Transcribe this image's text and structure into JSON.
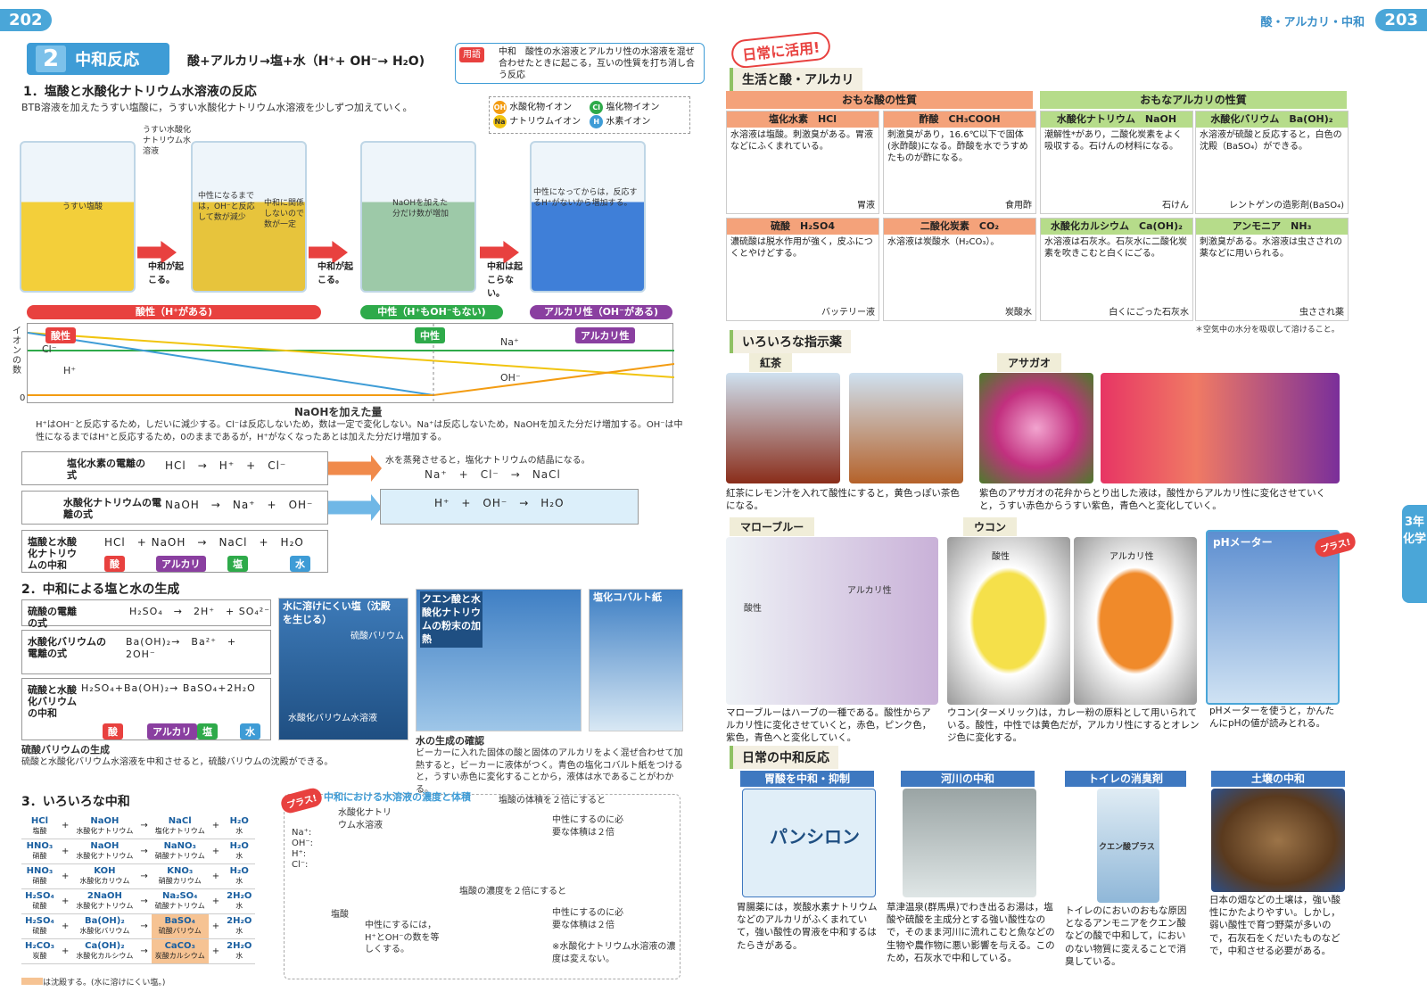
{
  "left": {
    "page_number": "202",
    "section_number": "2",
    "section_title": "中和反応",
    "main_formula": "酸+アルカリ→塩+水（H⁺+ OH⁻→ H₂O)",
    "yougo_tag": "用語",
    "yougo_text": "中和　酸性の水溶液とアルカリ性の水溶液を混ぜ合わせたときに起こる，互いの性質を打ち消し合う反応",
    "sub1_title": "1．塩酸と水酸化ナトリウム水溶液の反応",
    "sub1_desc": "BTB溶液を加えたうすい塩酸に，うすい水酸化ナトリウム水溶液を少しずつ加えていく。",
    "legend": [
      "水酸化物イオン",
      "塩化物イオン",
      "ナトリウムイオン",
      "水素イオン"
    ],
    "beaker_labels": [
      "うすい水酸化ナトリウム水溶液",
      "うすい塩酸",
      "中性になるまでは，OH⁻と反応して数が減少",
      "中和に関係しないので数が一定",
      "NaOHを加えた分だけ数が増加",
      "中性になってからは，反応するH⁺がないから増加する。"
    ],
    "arrow_labels": [
      "中和が起こる。",
      "中和が起こる。",
      "中和は起こらない。"
    ],
    "bars": [
      "酸性（H⁺がある)",
      "中性（H⁺もOH⁻もない)",
      "アルカリ性（OH⁻がある)"
    ],
    "graph_tags": [
      "酸性",
      "中性",
      "アルカリ性"
    ],
    "graph_ylabel": "イオンの数",
    "graph_xlabel": "NaOHを加えた量",
    "graph_series_labels": [
      "Cl⁻",
      "H⁺",
      "Na⁺",
      "OH⁻"
    ],
    "graph_zero": "0",
    "graph_desc": "H⁺はOH⁻と反応するため，しだいに減少する。Cl⁻は反応しないため，数は一定で変化しない。Na⁺は反応しないため，NaOHを加えた分だけ増加する。OH⁻は中性になるまではH⁺と反応するため，0のままであるが，H⁺がなくなったあとは加えた分だけ増加する。",
    "eq_rows": [
      {
        "label": "塩化水素の電離の式",
        "eq": "HCl　→　H⁺　+　Cl⁻"
      },
      {
        "label": "水酸化ナトリウムの電離の式",
        "eq": "NaOH　→　Na⁺　+　OH⁻"
      },
      {
        "label": "塩酸と水酸化ナトリウムの中和",
        "eq": "HCl　+ NaOH　→　NaCl　+　H₂O"
      }
    ],
    "eq_right1": "水を蒸発させると，塩化ナトリウムの結晶になる。",
    "eq_right1b": "Na⁺　+　Cl⁻　→　NaCl",
    "eq_right2": "H⁺　+　OH⁻　→　H₂O",
    "eq_tags": [
      "酸",
      "アルカリ",
      "塩",
      "水"
    ],
    "sub2_title": "2．中和による塩と水の生成",
    "sub2_rows": [
      {
        "label": "硫酸の電離の式",
        "eq": "H₂SO₄　→　2H⁺　+ SO₄²⁻"
      },
      {
        "label": "水酸化バリウムの電離の式",
        "eq": "Ba(OH)₂→　Ba²⁺　+ 2OH⁻"
      },
      {
        "label": "硫酸と水酸化バリウムの中和",
        "eq": "H₂SO₄+Ba(OH)₂→ BaSO₄+2H₂O"
      }
    ],
    "sub2_tags": [
      "酸",
      "アルカリ",
      "塩",
      "水"
    ],
    "precip_title": "水に溶けにくい塩（沈殿を生じる）",
    "precip_labels": [
      "硫酸バリウム",
      "水酸化バリウム水溶液"
    ],
    "citric_title": "クエン酸と水酸化ナトリウムの粉末の加熱",
    "cobalt_title": "塩化コバルト紙",
    "baso4_title": "硫酸バリウムの生成",
    "baso4_desc": "硫酸と水酸化バリウム水溶液を中和させると，硫酸バリウムの沈殿ができる。",
    "water_title": "水の生成の確認",
    "water_desc": "ビーカーに入れた固体の酸と固体のアルカリをよく混ぜ合わせて加熱すると，ビーカーに液体がつく。青色の塩化コバルト紙をつけると，うすい赤色に変化することから，液体は水であることがわかる。",
    "sub3_title": "3．いろいろな中和",
    "neut_table": [
      [
        "HCl",
        "塩酸",
        "NaOH",
        "水酸化ナトリウム",
        "NaCl",
        "塩化ナトリウム",
        "H₂O",
        "水",
        false
      ],
      [
        "HNO₃",
        "硝酸",
        "NaOH",
        "水酸化ナトリウム",
        "NaNO₃",
        "硝酸ナトリウム",
        "H₂O",
        "水",
        false
      ],
      [
        "HNO₃",
        "硝酸",
        "KOH",
        "水酸化カリウム",
        "KNO₃",
        "硝酸カリウム",
        "H₂O",
        "水",
        false
      ],
      [
        "H₂SO₄",
        "硫酸",
        "2NaOH",
        "水酸化ナトリウム",
        "Na₂SO₄",
        "硫酸ナトリウム",
        "2H₂O",
        "水",
        false
      ],
      [
        "H₂SO₄",
        "硫酸",
        "Ba(OH)₂",
        "水酸化バリウム",
        "BaSO₄",
        "硫酸バリウム",
        "2H₂O",
        "水",
        true
      ],
      [
        "H₂CO₃",
        "炭酸",
        "Ca(OH)₂",
        "水酸化カルシウム",
        "CaCO₃",
        "炭酸カルシウム",
        "2H₂O",
        "水",
        true
      ]
    ],
    "table_note": "は沈殿する。(水に溶けにくい塩。)",
    "plus_badge": "プラス!",
    "plus_title": "中和における水溶液の濃度と体積",
    "plus_labels": [
      "水酸化ナトリウム水溶液",
      "Na⁺:",
      "OH⁻:",
      "H⁺:",
      "Cl⁻:",
      "塩酸",
      "中性にするには，H⁺とOH⁻の数を等しくする。",
      "塩酸の体積を２倍にすると",
      "中性にするのに必要な体積は２倍",
      "塩酸の濃度を２倍にすると",
      "中性にするのに必要な体積は２倍",
      "※水酸化ナトリウム水溶液の濃度は変えない。"
    ]
  },
  "right": {
    "page_number": "203",
    "chapter": "酸・アルカリ・中和",
    "daily_badge": "日常に活用!",
    "sec1": "生活と酸・アルカリ",
    "acid_head": "おもな酸の性質",
    "alk_head": "おもなアルカリの性質",
    "cells": [
      {
        "h": "塩化水素　HCl",
        "d": "水溶液は塩酸。刺激臭がある。胃液などにふくまれている。",
        "cap": "胃液"
      },
      {
        "h": "酢酸　CH₃COOH",
        "d": "刺激臭があり，16.6℃以下で固体(氷酢酸)になる。酢酸を水でうすめたものが酢になる。",
        "cap": "食用酢"
      },
      {
        "h": "水酸化ナトリウム　NaOH",
        "d": "潮解性*があり，二酸化炭素をよく吸収する。石けんの材料になる。",
        "cap": "石けん"
      },
      {
        "h": "水酸化バリウム　Ba(OH)₂",
        "d": "水溶液が硫酸と反応すると，白色の沈殿（BaSO₄）ができる。",
        "cap": "レントゲンの造影剤(BaSO₄)"
      },
      {
        "h": "硫酸　H₂SO4",
        "d": "濃硫酸は脱水作用が強く，皮ふにつくとやけどする。",
        "cap": "バッテリー液"
      },
      {
        "h": "二酸化炭素　CO₂",
        "d": "水溶液は炭酸水（H₂CO₃）。",
        "cap": "炭酸水"
      },
      {
        "h": "水酸化カルシウム　Ca(OH)₂",
        "d": "水溶液は石灰水。石灰水に二酸化炭素を吹きこむと白くにごる。",
        "cap": "白くにごった石灰水"
      },
      {
        "h": "アンモニア　NH₃",
        "d": "刺激臭がある。水溶液は虫さされの薬などに用いられる。",
        "cap": "虫さされ薬"
      }
    ],
    "footnote": "＊空気中の水分を吸収して溶けること。",
    "sec2": "いろいろな指示薬",
    "ind": [
      {
        "h": "紅茶",
        "cap": "紅茶にレモン汁を入れて酸性にすると，黄色っぽい茶色になる。"
      },
      {
        "h": "アサガオ",
        "cap": "紫色のアサガオの花弁からとり出した液は，酸性からアルカリ性に変化させていくと，うすい赤色からうすい紫色，青色へと変化していく。"
      },
      {
        "h": "マローブルー",
        "cap": "マローブルーはハーブの一種である。酸性からアルカリ性に変化させていくと，赤色，ピンク色，紫色，青色へと変化していく。"
      },
      {
        "h": "ウコン",
        "cap": "ウコン(ターメリック)は，カレー粉の原料として用いられている。酸性，中性では黄色だが，アルカリ性にするとオレンジ色に変化する。"
      }
    ],
    "mallow_labels": [
      "アルカリ性",
      "酸性"
    ],
    "ukon_labels": [
      "酸性",
      "アルカリ性"
    ],
    "ph_title": "pHメーター",
    "ph_badge": "プラス!",
    "ph_cap": "pHメーターを使うと，かんたんにpHの値が読みとれる。",
    "sec3": "日常の中和反応",
    "neut": [
      {
        "h": "胃酸を中和・抑制",
        "cap": "胃腸薬には，炭酸水素ナトリウムなどのアルカリがふくまれていて，強い酸性の胃液を中和するはたらきがある。"
      },
      {
        "h": "河川の中和",
        "cap": "草津温泉(群馬県)でわき出るお湯は，塩酸や硫酸を主成分とする強い酸性なので，そのまま河川に流れこむと魚などの生物や農作物に悪い影響を与える。このため，石灰水で中和している。"
      },
      {
        "h": "トイレの消臭剤",
        "cap": "トイレのにおいのおもな原因となるアンモニアをクエン酸などの酸で中和して，においのない物質に変えることで消臭している。"
      },
      {
        "h": "土壌の中和",
        "cap": "日本の畑などの土壌は，強い酸性にかたよりやすい。しかし，弱い酸性で育つ野菜が多いので，石灰石をくだいたものなどで，中和させる必要がある。"
      }
    ],
    "product_name": "パンシロン",
    "product_name2": "クエン酸プラス",
    "side_tab": "3年 化学",
    "colors": {
      "accent": "#3e9cd6",
      "red": "#e8413f",
      "green": "#2eaa4a",
      "purple": "#8a3fa0"
    }
  }
}
